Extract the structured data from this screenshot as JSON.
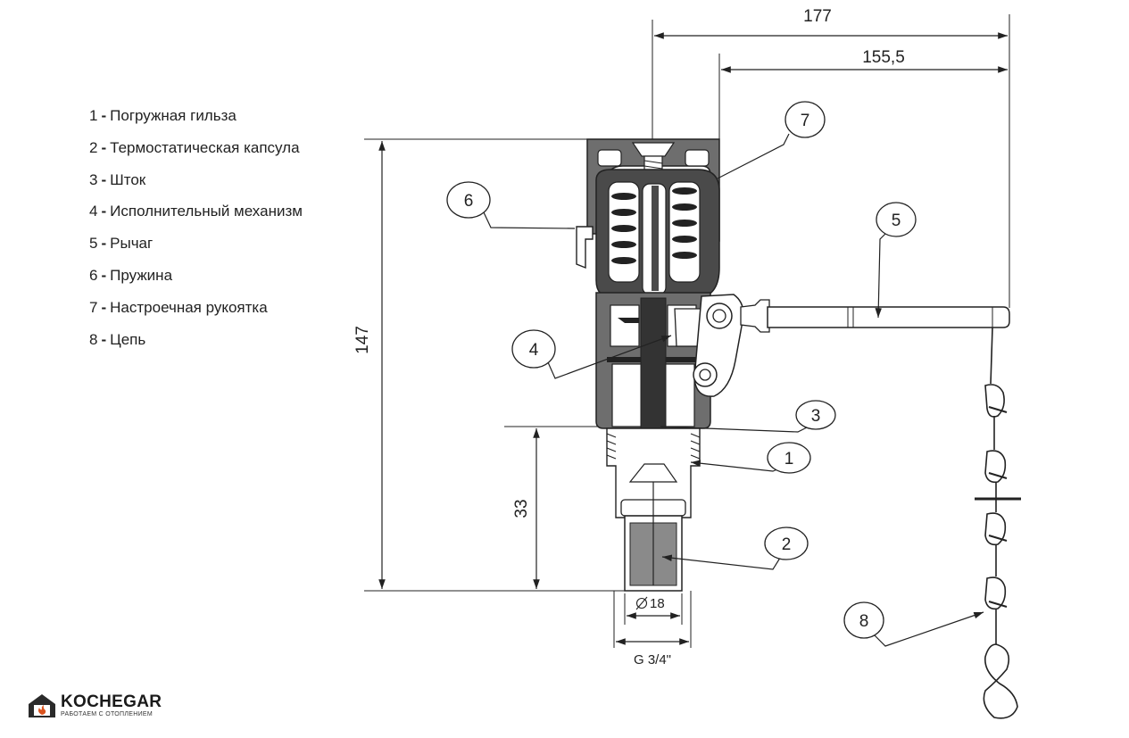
{
  "legend": [
    {
      "num": "1",
      "label": "Погружная гильза"
    },
    {
      "num": "2",
      "label": "Термостатическая капсула"
    },
    {
      "num": "3",
      "label": "Шток"
    },
    {
      "num": "4",
      "label": "Исполнительный механизм"
    },
    {
      "num": "5",
      "label": "Рычаг"
    },
    {
      "num": "6",
      "label": "Пружина"
    },
    {
      "num": "7",
      "label": "Настроечная рукоятка"
    },
    {
      "num": "8",
      "label": "Цепь"
    }
  ],
  "dimensions": {
    "total_width": "177",
    "lever_width": "155,5",
    "total_height": "147",
    "immersion_depth": "33",
    "diameter": "18",
    "thread": "G 3/4\""
  },
  "callouts": {
    "c1": "1",
    "c2": "2",
    "c3": "3",
    "c4": "4",
    "c5": "5",
    "c6": "6",
    "c7": "7",
    "c8": "8"
  },
  "brand": {
    "name": "KOCHEGAR",
    "slogan": "РАБОТАЕМ С ОТОПЛЕНИЕМ",
    "accent_color": "#d9531e"
  },
  "icons": [
    "house-flame-icon",
    "diameter-icon"
  ]
}
